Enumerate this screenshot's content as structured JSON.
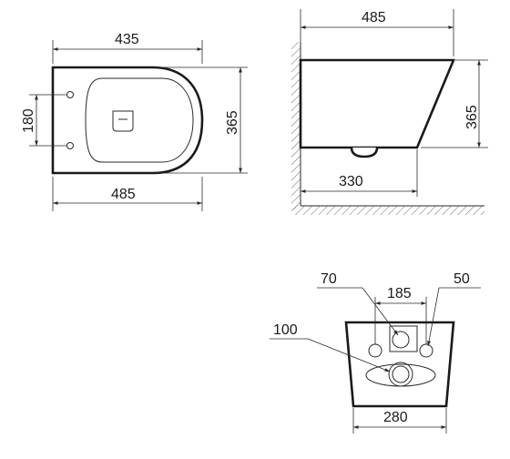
{
  "top_view": {
    "width_upper": "435",
    "width_lower": "485",
    "mount_spacing": "180",
    "height": "365"
  },
  "side_view": {
    "length_top": "485",
    "height": "365",
    "bottom_length": "330"
  },
  "back_view": {
    "pipe_70": "70",
    "spacing_185": "185",
    "pipe_50": "50",
    "outlet_100": "100",
    "width_280": "280"
  }
}
